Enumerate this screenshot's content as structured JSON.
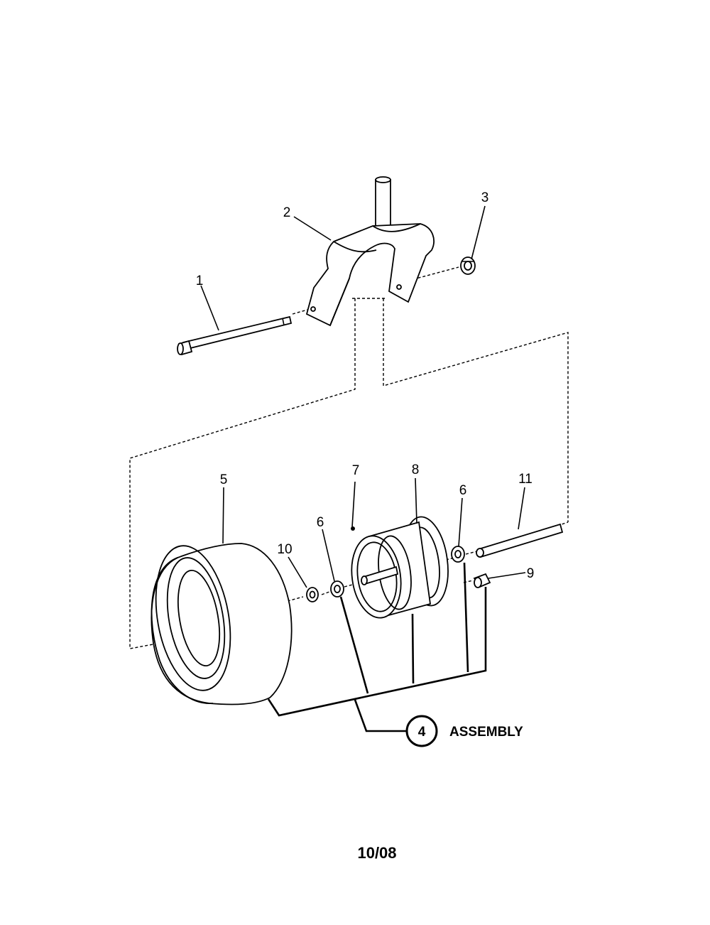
{
  "callouts": {
    "p1": "1",
    "p2": "2",
    "p3": "3",
    "p4": "4",
    "p5": "5",
    "p6a": "6",
    "p6b": "6",
    "p7": "7",
    "p8": "8",
    "p9": "9",
    "p10": "10",
    "p11": "11"
  },
  "assembly_label": "ASSEMBLY",
  "footer_date": "10/08"
}
